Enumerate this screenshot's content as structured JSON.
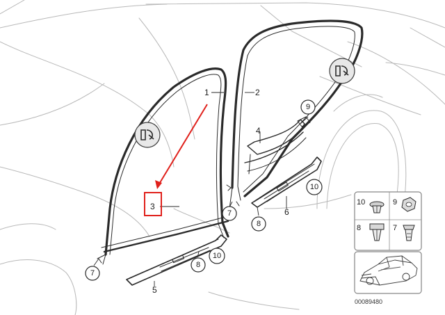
{
  "diagram": {
    "part_labels": {
      "p1": "1",
      "p2": "2",
      "p3": "3",
      "p4": "4",
      "p5": "5",
      "p6": "6",
      "p7a": "7",
      "p7b": "7",
      "p8a": "8",
      "p8b": "8",
      "p9": "9",
      "p10a": "10",
      "p10b": "10"
    },
    "inset_labels": {
      "i10": "10",
      "i9": "9",
      "i8": "8",
      "i7": "7"
    },
    "reference_number": "00089480",
    "highlight_color": "#e0201b"
  }
}
